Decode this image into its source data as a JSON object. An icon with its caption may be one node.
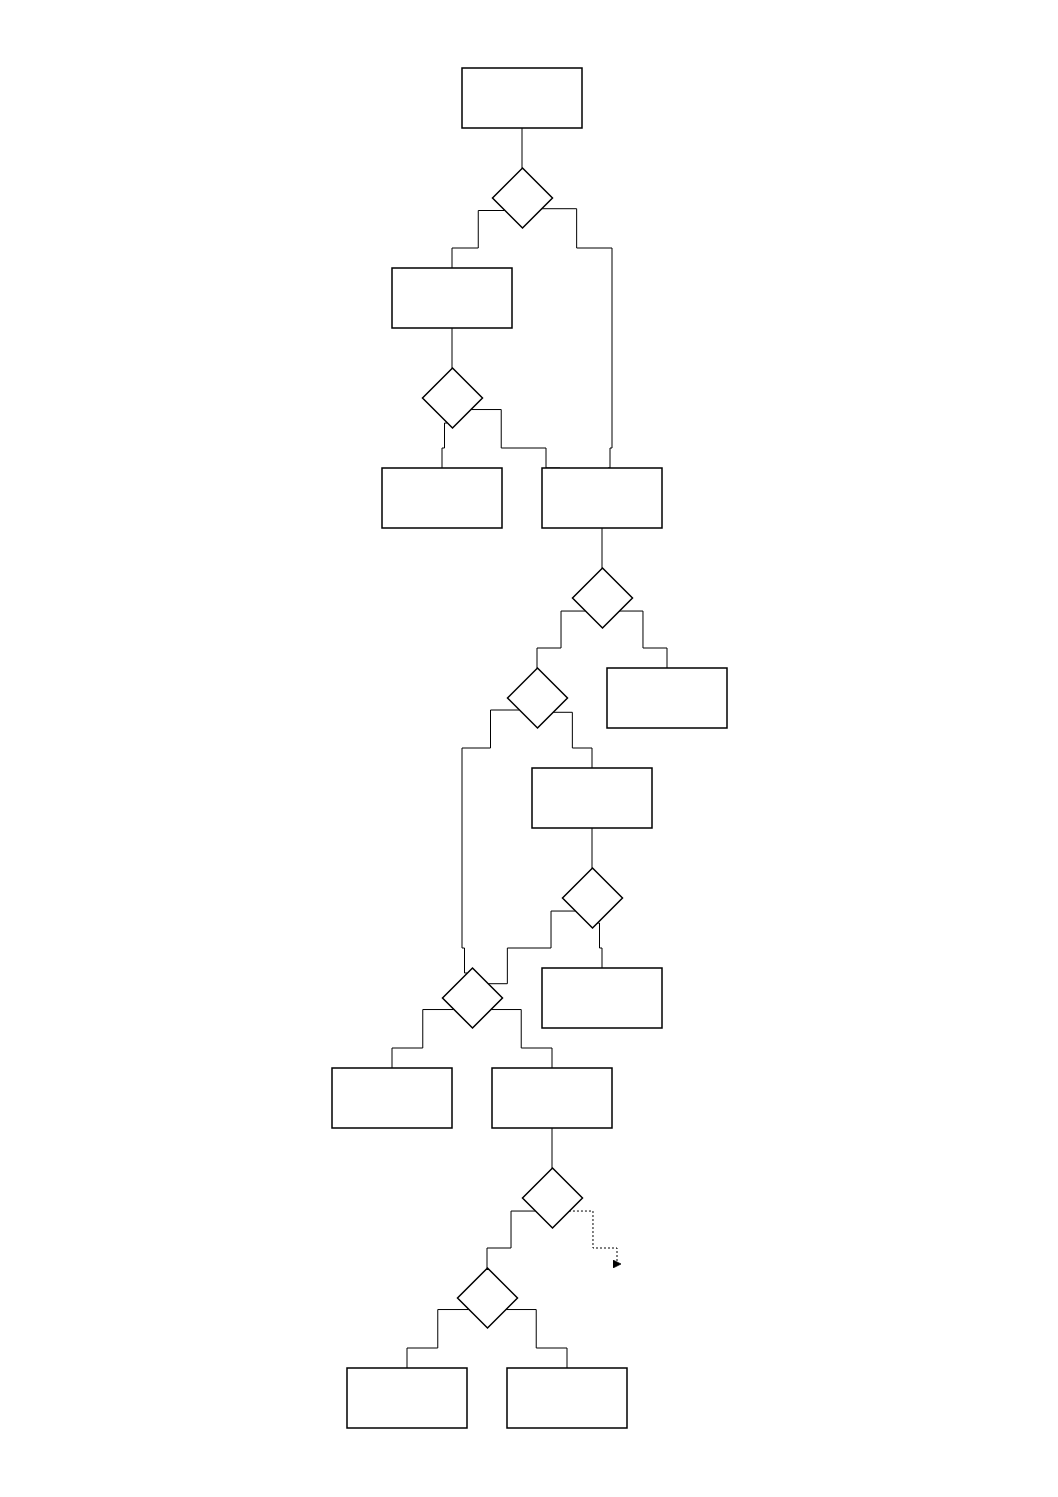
{
  "diagram": {
    "nodes": [
      {
        "text": [],
        "shape": "box"
      },
      {
        "text": [],
        "shape": "diamond"
      },
      {
        "text": [],
        "shape": "box"
      },
      {
        "text": [],
        "shape": "diamond"
      },
      {
        "text": [],
        "shape": "box"
      },
      {
        "text": [],
        "shape": "box"
      },
      {
        "text": [],
        "shape": "diamond"
      },
      {
        "text": [],
        "shape": "diamond"
      },
      {
        "text": [],
        "shape": "box"
      },
      {
        "text": [],
        "shape": "diamond"
      },
      {
        "text": [],
        "shape": "box"
      },
      {
        "text": [],
        "shape": "box"
      },
      {
        "text": [],
        "shape": "box"
      },
      {
        "text": [],
        "shape": "diamond"
      },
      {
        "text": [],
        "shape": "diamond"
      },
      {
        "text": [],
        "shape": "box"
      },
      {
        "text": [],
        "shape": "diamond"
      },
      {
        "text": [],
        "shape": "box"
      },
      {
        "text": [],
        "shape": "box"
      }
    ],
    "edges": [
      {
        "from": 0,
        "to": 1,
        "arrow": "none"
      },
      {
        "from": 1,
        "to": 2,
        "arrow": "none"
      },
      {
        "from": 1,
        "to": 5,
        "arrow": "none"
      },
      {
        "from": 2,
        "to": 3,
        "arrow": "none"
      },
      {
        "from": 3,
        "to": 4,
        "arrow": "none"
      },
      {
        "from": 3,
        "to": 5,
        "arrow": "none"
      },
      {
        "from": 5,
        "to": 6,
        "arrow": "none"
      },
      {
        "from": 6,
        "to": 7,
        "arrow": "none"
      },
      {
        "from": 6,
        "to": 8,
        "arrow": "none"
      },
      {
        "from": 7,
        "to": 9,
        "arrow": "none"
      },
      {
        "from": 7,
        "to": 10,
        "arrow": "none"
      },
      {
        "from": 9,
        "to": 11,
        "arrow": "none"
      },
      {
        "from": 9,
        "to": 12,
        "arrow": "none"
      },
      {
        "from": 10,
        "to": 13,
        "arrow": "none"
      },
      {
        "from": 13,
        "to": 9,
        "arrow": "none"
      },
      {
        "from": 12,
        "to": 14,
        "arrow": "none"
      },
      {
        "from": 13,
        "to": 15,
        "arrow": "none"
      },
      {
        "from": 14,
        "to": 16,
        "arrow": "none"
      },
      {
        "from": 14,
        "to": null,
        "arrow": "to",
        "style": "dashed"
      },
      {
        "from": 16,
        "to": 17,
        "arrow": "none"
      },
      {
        "from": 16,
        "to": 18,
        "arrow": "none"
      }
    ]
  }
}
